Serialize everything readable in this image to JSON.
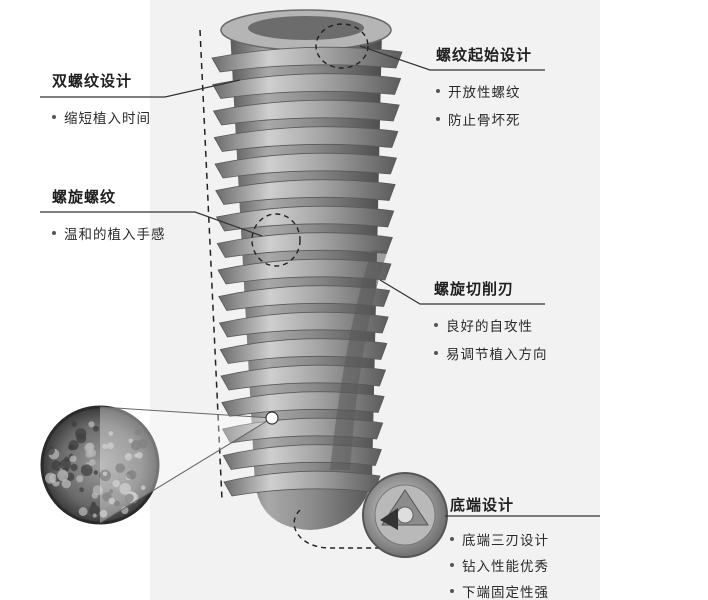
{
  "annotations": {
    "double_thread": {
      "title": "双螺纹设计",
      "items": [
        "缩短植入时间"
      ]
    },
    "thread_start": {
      "title": "螺纹起始设计",
      "items": [
        "开放性螺纹",
        "防止骨坏死"
      ]
    },
    "spiral_thread": {
      "title": "螺旋螺纹",
      "items": [
        "温和的植入手感"
      ]
    },
    "spiral_cutting": {
      "title": "螺旋切削刃",
      "items": [
        "良好的自攻性",
        "易调节植入方向"
      ]
    },
    "apex_design": {
      "title": "底端设计",
      "items": [
        "底端三刃设计",
        "钻入性能优秀",
        "下端固定性强"
      ]
    }
  },
  "colors": {
    "implant_light": "#c9c9c9",
    "implant_mid": "#8e8e8e",
    "implant_dark": "#4a4a4a",
    "leader_line": "#333333",
    "background_panel": "#eeeeee"
  }
}
